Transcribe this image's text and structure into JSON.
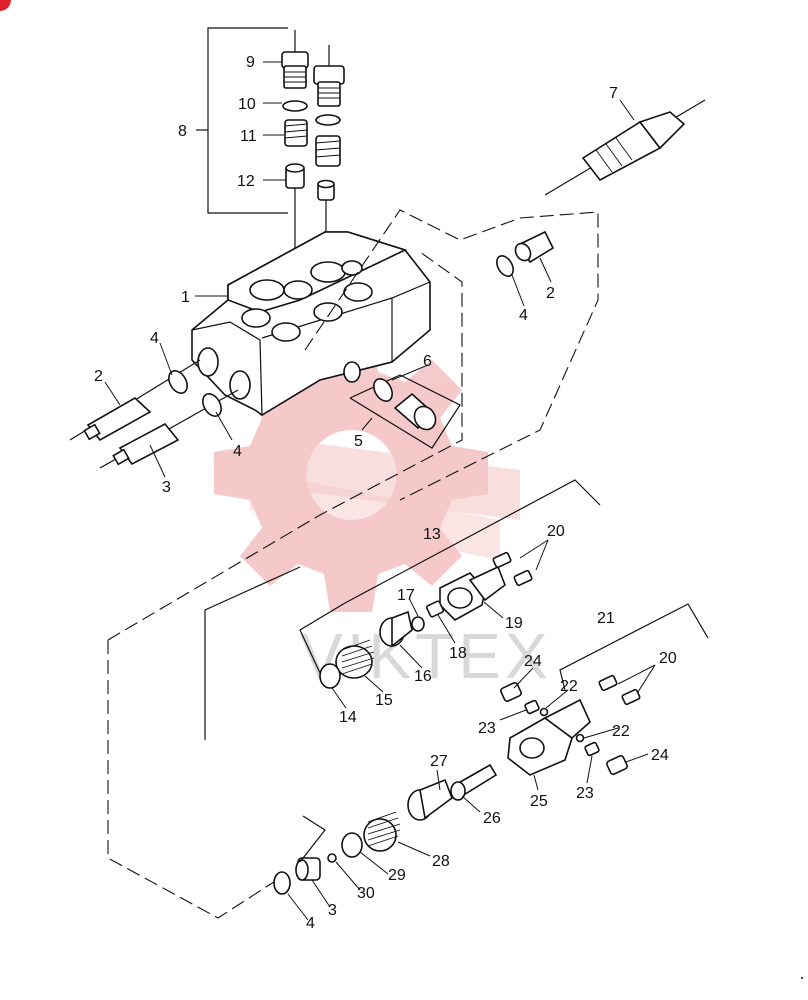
{
  "diagram": {
    "watermark_text": "VIKTEX",
    "callouts": [
      {
        "id": "c1",
        "text": "1"
      },
      {
        "id": "c2a",
        "text": "2"
      },
      {
        "id": "c2b",
        "text": "2"
      },
      {
        "id": "c3a",
        "text": "3"
      },
      {
        "id": "c3b",
        "text": "3"
      },
      {
        "id": "c4a",
        "text": "4"
      },
      {
        "id": "c4b",
        "text": "4"
      },
      {
        "id": "c4c",
        "text": "4"
      },
      {
        "id": "c4d",
        "text": "4"
      },
      {
        "id": "c5",
        "text": "5"
      },
      {
        "id": "c6",
        "text": "6"
      },
      {
        "id": "c7",
        "text": "7"
      },
      {
        "id": "c8",
        "text": "8"
      },
      {
        "id": "c9",
        "text": "9"
      },
      {
        "id": "c10",
        "text": "10"
      },
      {
        "id": "c11",
        "text": "11"
      },
      {
        "id": "c12",
        "text": "12"
      },
      {
        "id": "c13",
        "text": "13"
      },
      {
        "id": "c14",
        "text": "14"
      },
      {
        "id": "c15",
        "text": "15"
      },
      {
        "id": "c16",
        "text": "16"
      },
      {
        "id": "c17",
        "text": "17"
      },
      {
        "id": "c18",
        "text": "18"
      },
      {
        "id": "c19",
        "text": "19"
      },
      {
        "id": "c20a",
        "text": "20"
      },
      {
        "id": "c20b",
        "text": "20"
      },
      {
        "id": "c21",
        "text": "21"
      },
      {
        "id": "c22a",
        "text": "22"
      },
      {
        "id": "c22b",
        "text": "22"
      },
      {
        "id": "c23a",
        "text": "23"
      },
      {
        "id": "c23b",
        "text": "23"
      },
      {
        "id": "c24a",
        "text": "24"
      },
      {
        "id": "c24b",
        "text": "24"
      },
      {
        "id": "c25",
        "text": "25"
      },
      {
        "id": "c26",
        "text": "26"
      },
      {
        "id": "c27",
        "text": "27"
      },
      {
        "id": "c28",
        "text": "28"
      },
      {
        "id": "c29",
        "text": "29"
      },
      {
        "id": "c30",
        "text": "30"
      }
    ]
  },
  "colors": {
    "line": "#111111",
    "watermark_gear": "#f2b8b8",
    "watermark_text": "#d8d8d8",
    "corner_mark": "#e0202a"
  }
}
